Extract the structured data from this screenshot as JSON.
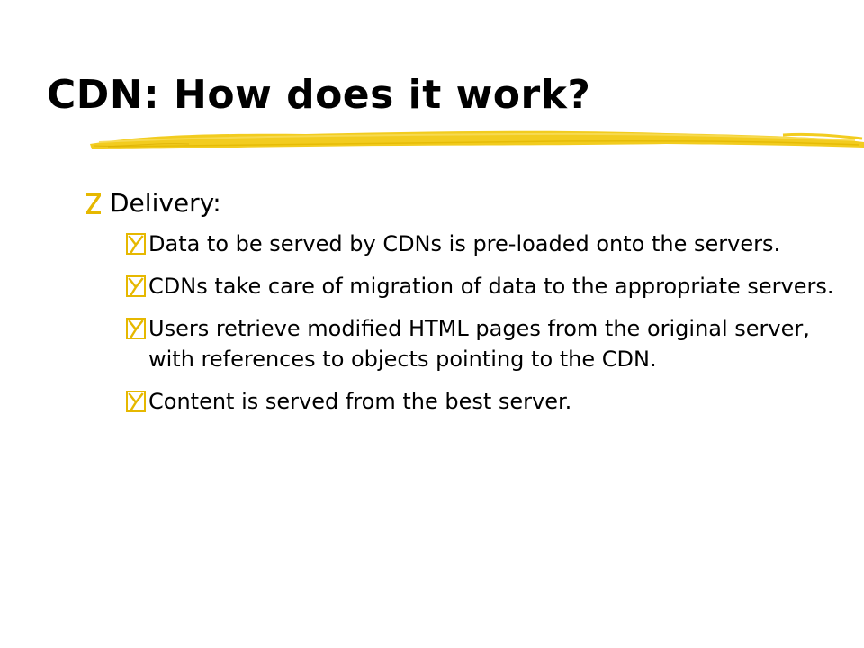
{
  "slide": {
    "title": "CDN: How does it work?",
    "accent_color": "#f2cc1f",
    "bullet_color": "#e6b800",
    "main_bullet": {
      "icon": "z-bullet-icon",
      "text": "Delivery:"
    },
    "sub_bullets": [
      {
        "icon": "y-bullet-icon",
        "text": "Data to be served by CDNs is pre-loaded onto the servers."
      },
      {
        "icon": "y-bullet-icon",
        "text": "CDNs take care of migration of data to the appropriate servers."
      },
      {
        "icon": "y-bullet-icon",
        "text": "Users retrieve modified HTML pages from the original server, with references to objects pointing to the CDN."
      },
      {
        "icon": "y-bullet-icon",
        "text": "Content is served from the best server."
      }
    ]
  }
}
